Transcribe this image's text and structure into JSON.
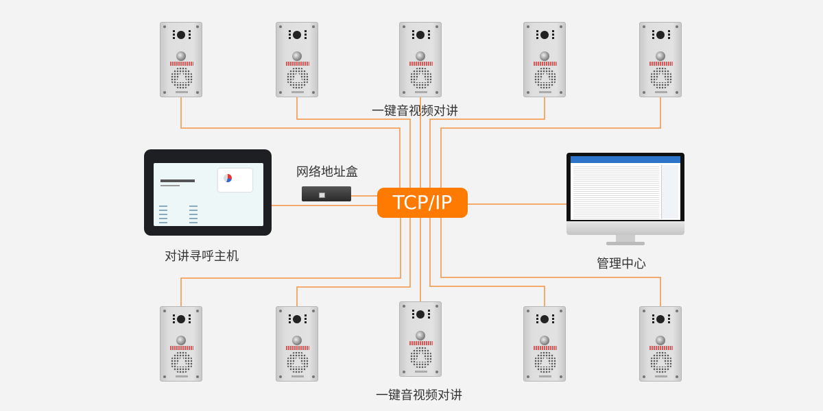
{
  "diagram": {
    "hub": {
      "label": "TCP/IP",
      "color": "#ff7a00"
    },
    "wire_color": "#f39240",
    "top_caption": "一键音视频对讲",
    "bottom_caption": "一键音视频对讲",
    "host": {
      "label": "对讲寻呼主机"
    },
    "network_box": {
      "label": "网络地址盒"
    },
    "management": {
      "label": "管理中心"
    },
    "terminals": {
      "top": [
        "intercom-1",
        "intercom-2",
        "intercom-3",
        "intercom-4",
        "intercom-5"
      ],
      "bottom": [
        "intercom-6",
        "intercom-7",
        "intercom-8",
        "intercom-9",
        "intercom-10"
      ]
    }
  }
}
